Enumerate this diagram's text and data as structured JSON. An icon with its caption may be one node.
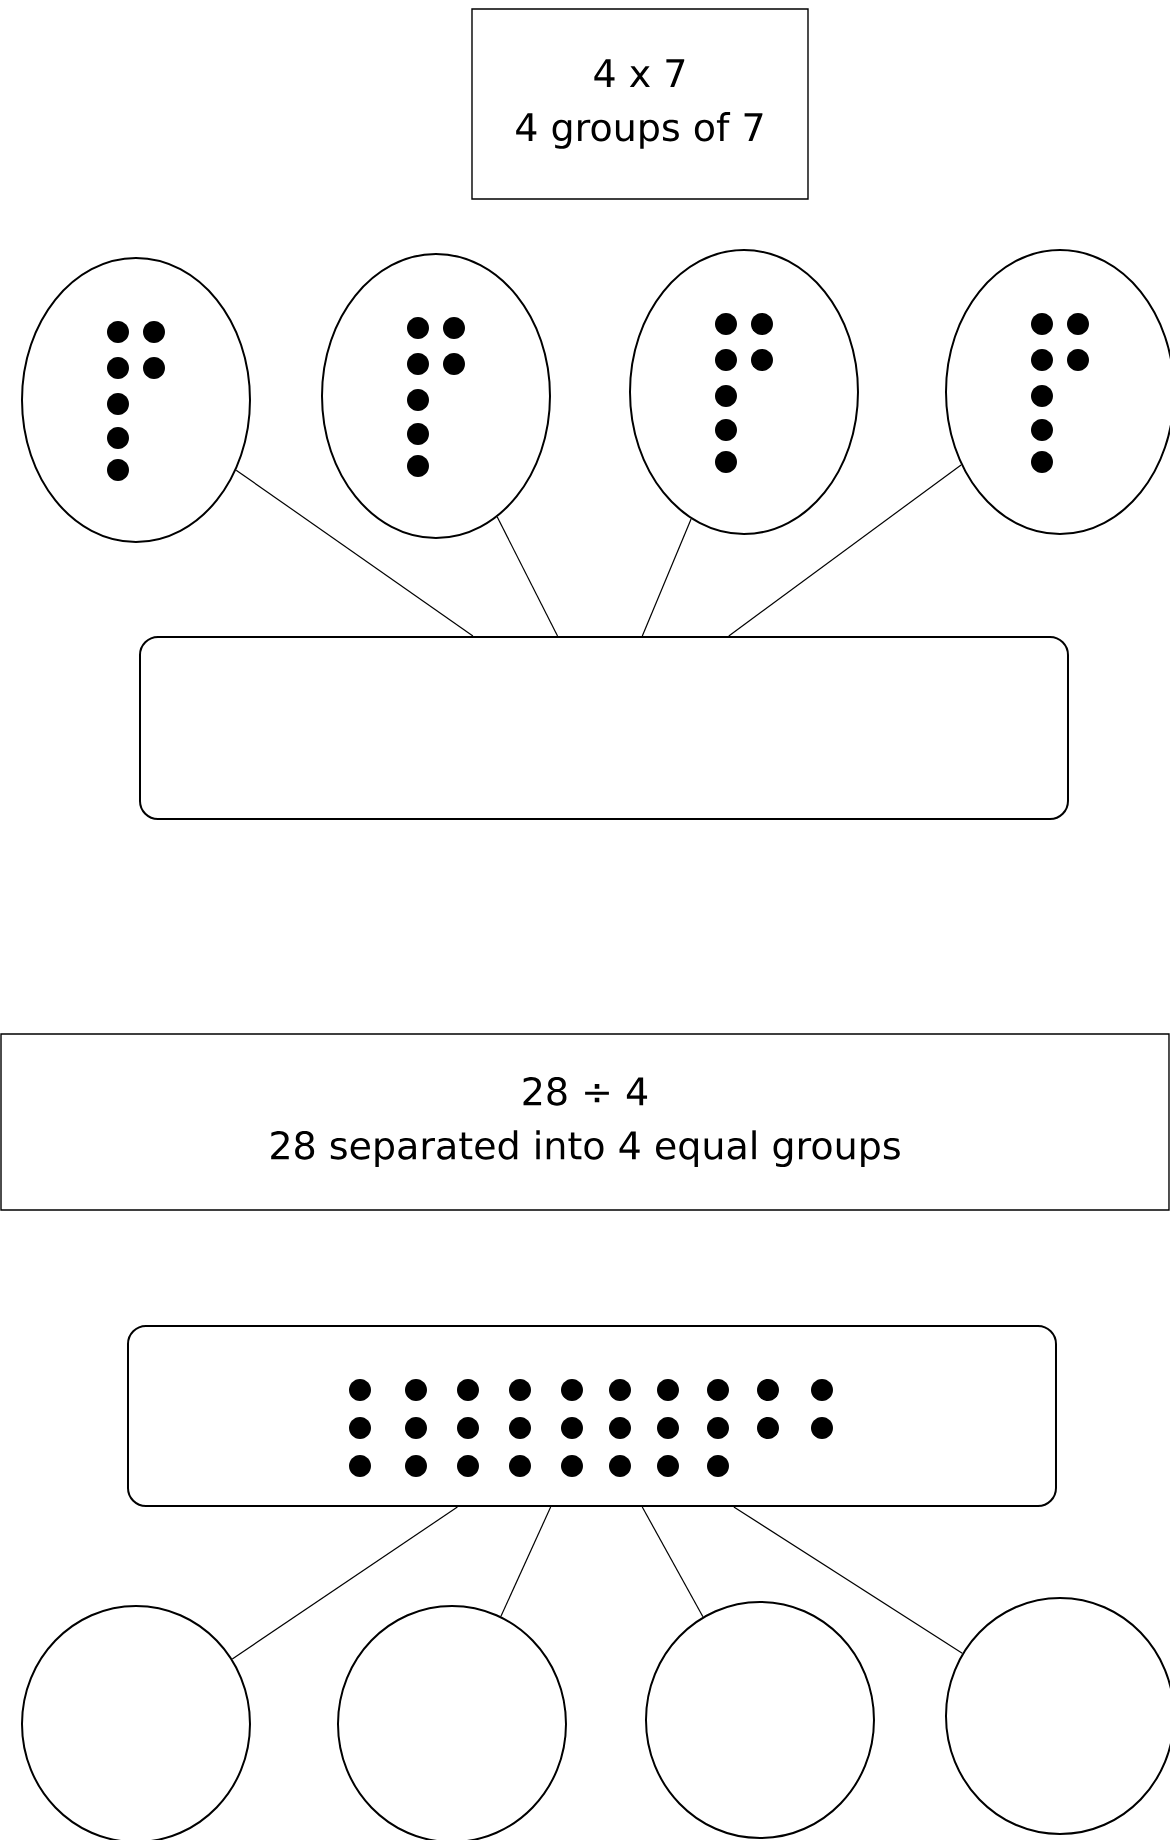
{
  "diagram": {
    "nodes": [
      {
        "text": [
          "4 x 7",
          "4 groups of 7"
        ]
      },
      {
        "text": [],
        "shape": "circle"
      },
      {
        "text": [],
        "shape": "circle"
      },
      {
        "text": [],
        "shape": "circle"
      },
      {
        "text": [],
        "shape": "circle"
      },
      {
        "text": [],
        "shape": "box"
      },
      {
        "text": [
          "28 ÷ 4",
          "28 separated into 4 equal groups"
        ]
      },
      {
        "text": [],
        "shape": "box"
      },
      {
        "text": [],
        "shape": "circle"
      },
      {
        "text": [],
        "shape": "circle"
      },
      {
        "text": [],
        "shape": "circle"
      },
      {
        "text": [],
        "shape": "circle"
      }
    ],
    "edges": [
      {
        "from": 1,
        "to": 5,
        "arrow": "none"
      },
      {
        "from": 2,
        "to": 5,
        "arrow": "none"
      },
      {
        "from": 3,
        "to": 5,
        "arrow": "none"
      },
      {
        "from": 4,
        "to": 5,
        "arrow": "none"
      },
      {
        "from": 7,
        "to": 8,
        "arrow": "none"
      },
      {
        "from": 7,
        "to": 9,
        "arrow": "none"
      },
      {
        "from": 7,
        "to": 10,
        "arrow": "none"
      },
      {
        "from": 7,
        "to": 11,
        "arrow": "none"
      }
    ]
  }
}
